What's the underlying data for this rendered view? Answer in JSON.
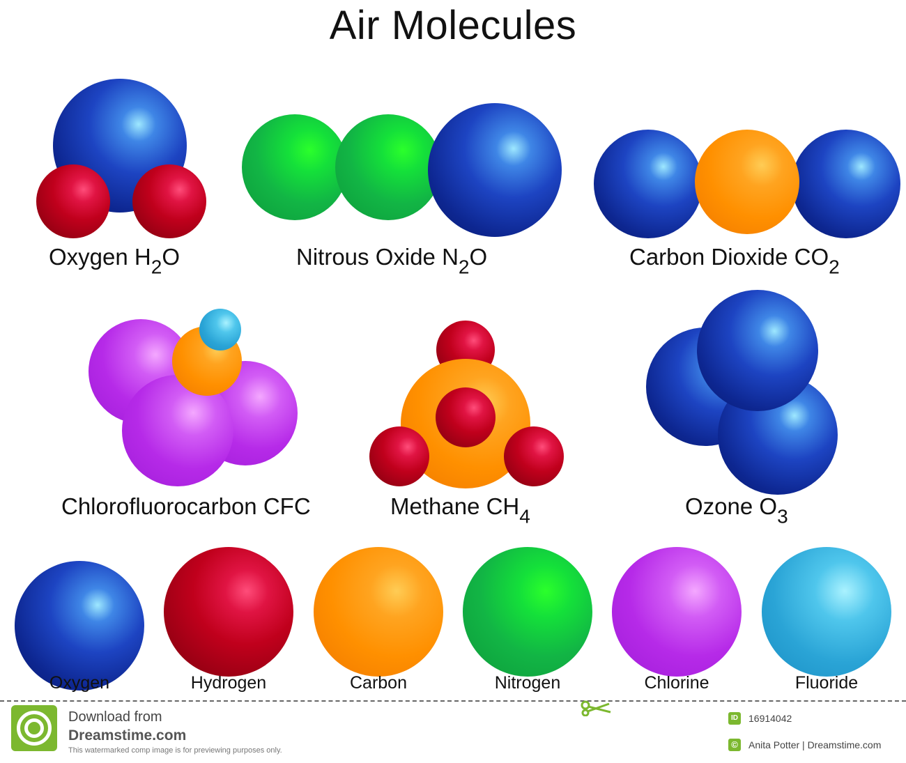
{
  "title": "Air Molecules",
  "molecules": {
    "water": {
      "name": "Oxygen H",
      "sub1": "2",
      "tail": "O"
    },
    "nitrous": {
      "name": "Nitrous Oxide N",
      "sub1": "2",
      "tail": "O"
    },
    "co2": {
      "name": "Carbon Dioxide CO",
      "sub1": "2"
    },
    "cfc": {
      "name": "Chlorofluorocarbon CFC"
    },
    "methane": {
      "name": "Methane CH",
      "sub1": "4"
    },
    "ozone": {
      "name": "Ozone O",
      "sub1": "3"
    }
  },
  "elements": [
    {
      "label": "Oxygen",
      "color": "#1d44c2"
    },
    {
      "label": "Hydrogen",
      "color": "#c0001c"
    },
    {
      "label": "Carbon",
      "color": "#ff9000"
    },
    {
      "label": "Nitrogen",
      "color": "#12b545"
    },
    {
      "label": "Chlorine",
      "color": "#b62ae8"
    },
    {
      "label": "Fluoride",
      "color": "#2aa4d6"
    }
  ],
  "footer": {
    "download_line": "Download from",
    "brand": "Dreamstime.com",
    "disclaimer": "This watermarked comp image is for previewing purposes only.",
    "id_badge": "ID",
    "image_id": "16914042",
    "copyright_badge": "©",
    "credit": "Anita Potter | Dreamstime.com"
  }
}
